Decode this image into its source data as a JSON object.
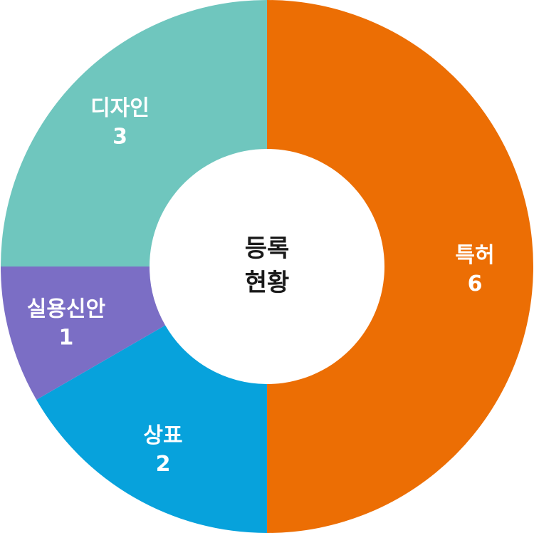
{
  "chart_data": {
    "type": "pie",
    "center_label": [
      "등록",
      "현황"
    ],
    "slices": [
      {
        "label": "특허",
        "value": 6,
        "color": "#EC6E04"
      },
      {
        "label": "상표",
        "value": 2,
        "color": "#07A2DC"
      },
      {
        "label": "실용신안",
        "value": 1,
        "color": "#7B6EC5"
      },
      {
        "label": "디자인",
        "value": 3,
        "color": "#6FC6BE"
      }
    ]
  }
}
